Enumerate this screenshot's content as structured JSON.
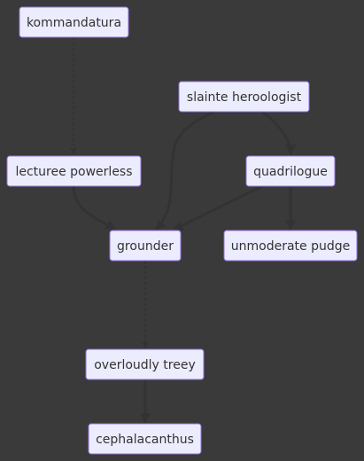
{
  "theme": {
    "background": "#3a3a3a",
    "node_fill": "#ececff",
    "node_border": "#9370db",
    "edge_color": "#333333",
    "text_color": "#333333"
  },
  "nodes": {
    "kommandatura": "kommandatura",
    "slainte": "slainte heroologist",
    "lecturee": "lecturee powerless",
    "quadrilogue": "quadrilogue",
    "grounder": "grounder",
    "unmoderate": "unmoderate pudge",
    "overloudly": "overloudly treey",
    "cephalacanthus": "cephalacanthus"
  },
  "edges": [
    {
      "from": "kommandatura",
      "to": "lecturee",
      "style": "dotted"
    },
    {
      "from": "lecturee",
      "to": "grounder",
      "style": "solid"
    },
    {
      "from": "slainte",
      "to": "grounder",
      "style": "solid"
    },
    {
      "from": "slainte",
      "to": "quadrilogue",
      "style": "solid"
    },
    {
      "from": "quadrilogue",
      "to": "grounder",
      "style": "solid"
    },
    {
      "from": "quadrilogue",
      "to": "unmoderate",
      "style": "solid"
    },
    {
      "from": "grounder",
      "to": "overloudly",
      "style": "dotted"
    },
    {
      "from": "overloudly",
      "to": "cephalacanthus",
      "style": "solid"
    }
  ]
}
